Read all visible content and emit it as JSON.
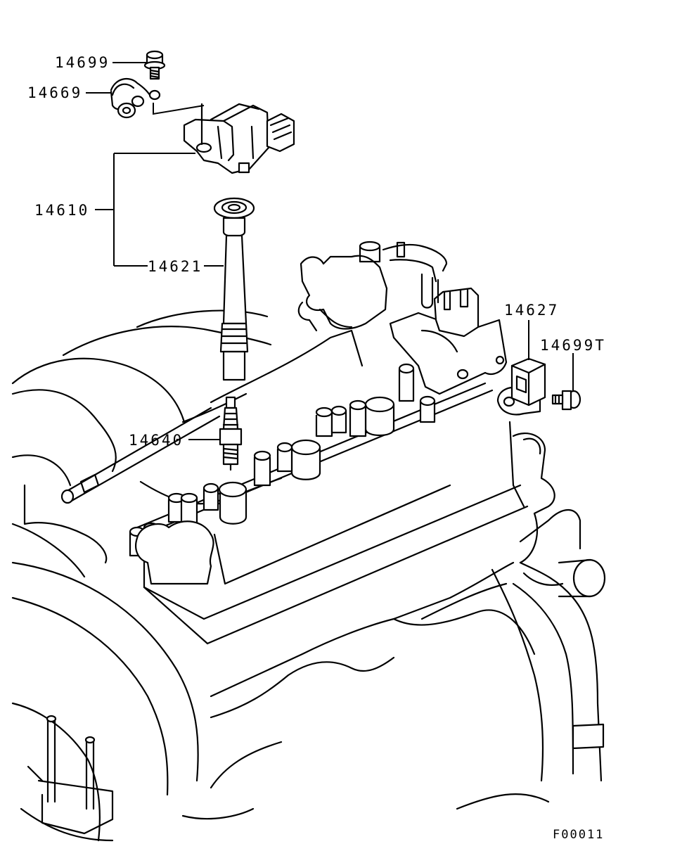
{
  "parts": [
    {
      "id": "bolt",
      "number": "14699"
    },
    {
      "id": "ground-harness",
      "number": "14669"
    },
    {
      "id": "ignition-coil",
      "number": "14610"
    },
    {
      "id": "spark-plug-cable",
      "number": "14621"
    },
    {
      "id": "spark-plug",
      "number": "14640"
    },
    {
      "id": "sensor",
      "number": "14627"
    },
    {
      "id": "sensor-bolt",
      "number": "14699T"
    }
  ],
  "figure_code": "F00011"
}
